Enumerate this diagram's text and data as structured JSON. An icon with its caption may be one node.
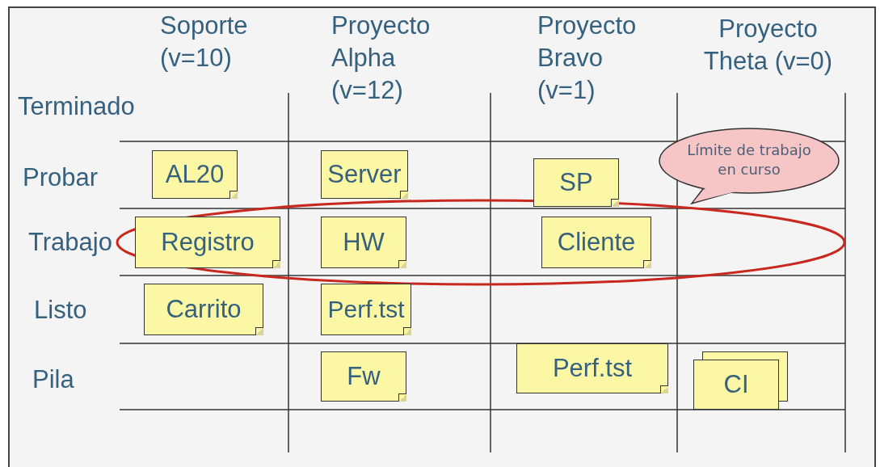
{
  "diagram": {
    "nodes": [
      {
        "text": [
          "AL20"
        ]
      },
      {
        "text": [
          "Server"
        ]
      },
      {
        "text": [
          "SP"
        ]
      },
      {
        "text": [
          "Límite de trabajo en curso"
        ]
      },
      {
        "text": [
          "Registro"
        ]
      },
      {
        "text": [
          "HW"
        ]
      },
      {
        "text": [
          "Cliente"
        ]
      },
      {
        "text": [
          "Carrito"
        ]
      },
      {
        "text": [
          "Perf.tst"
        ]
      },
      {
        "text": [
          "Fw"
        ]
      },
      {
        "text": [
          "Perf.tst"
        ]
      },
      {
        "text": [
          "CI"
        ]
      }
    ],
    "labels": [
      "Soporte (v=10)",
      "Proyecto Alpha (v=12)",
      "Proyecto Bravo (v=1)",
      "Proyecto Theta (v=0)",
      "Terminado",
      "Probar",
      "Trabajo",
      "Listo",
      "Pila"
    ]
  }
}
